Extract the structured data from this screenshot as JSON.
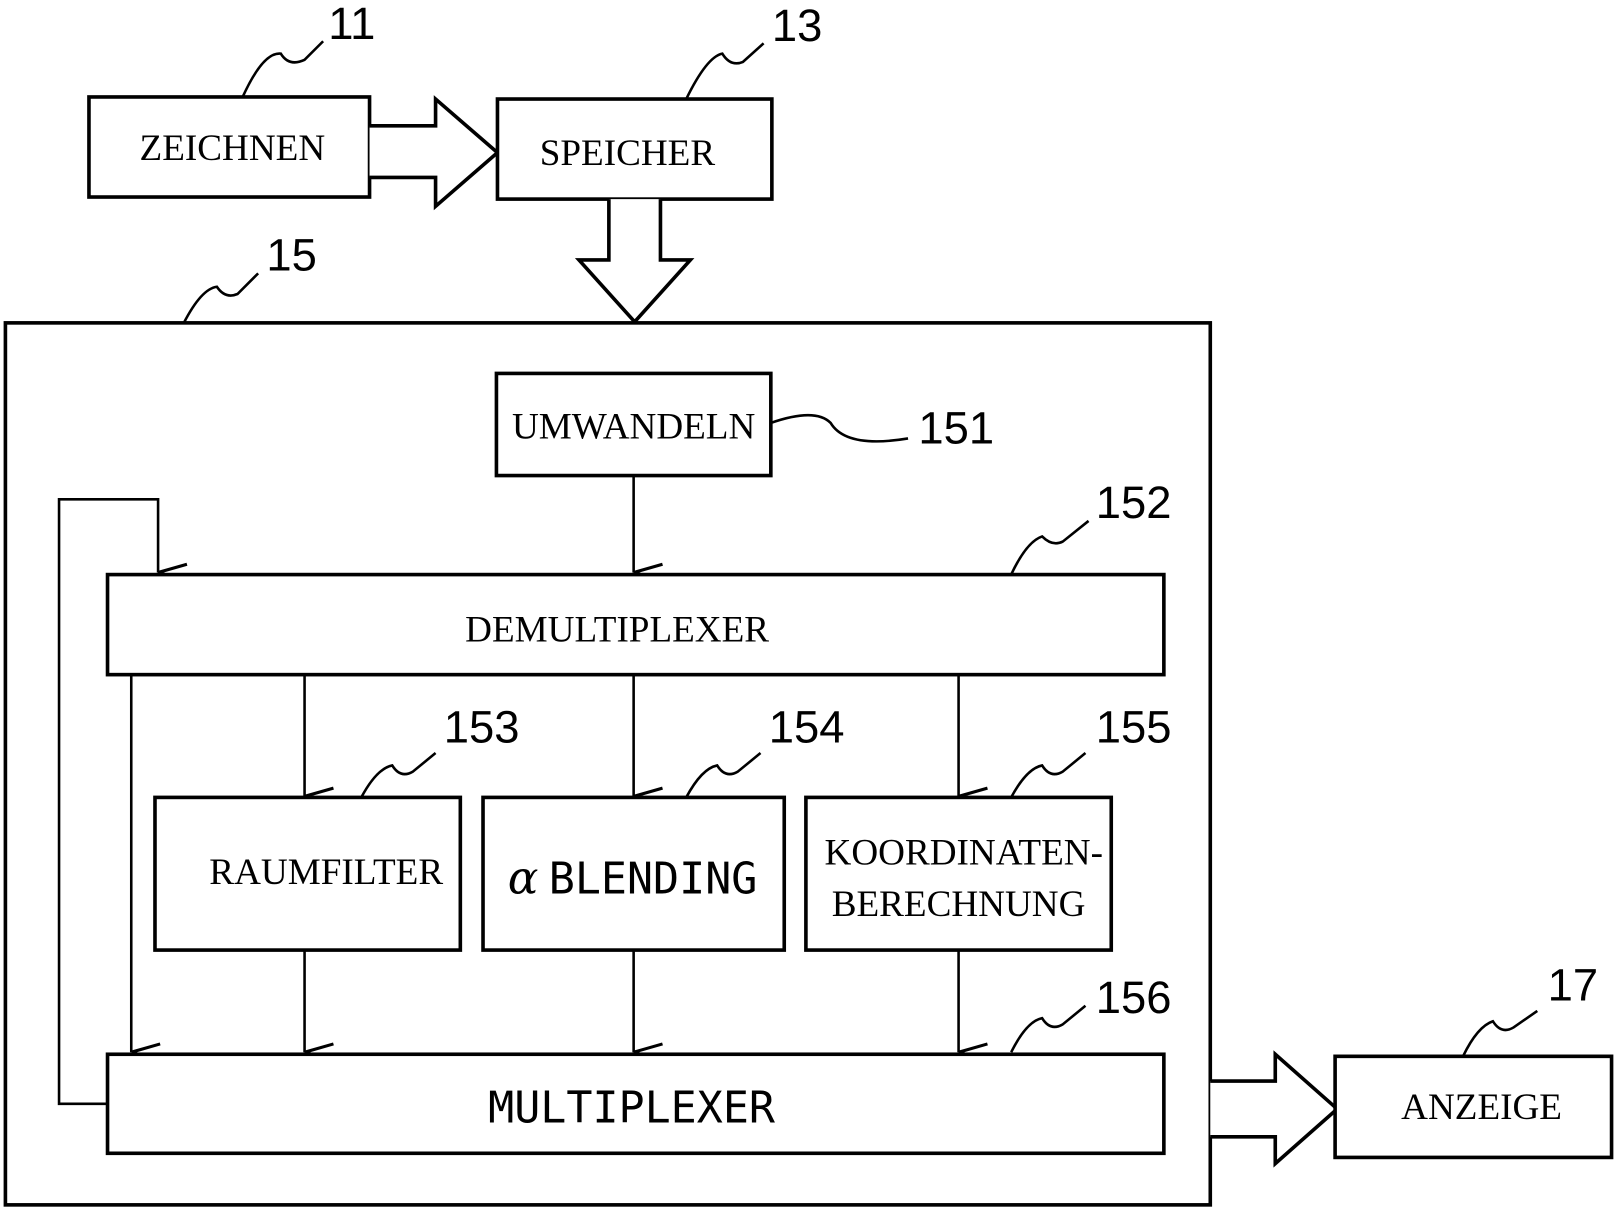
{
  "diagram": {
    "type": "block-diagram",
    "blocks": {
      "zeichnen": {
        "label": "ZEICHNEN",
        "ref": "11"
      },
      "speicher": {
        "label": "SPEICHER",
        "ref": "13"
      },
      "processor": {
        "ref": "15"
      },
      "umwandeln": {
        "label": "UMWANDELN",
        "ref": "151"
      },
      "demultiplexer": {
        "label": "DEMULTIPLEXER",
        "ref": "152"
      },
      "raumfilter": {
        "label": "RAUMFILTER",
        "ref": "153"
      },
      "blending": {
        "alpha": "α",
        "label": "BLENDING",
        "ref": "154"
      },
      "koordinaten": {
        "line1": "KOORDINATEN-",
        "line2": "BERECHNUNG",
        "ref": "155"
      },
      "multiplexer": {
        "label": "MULTIPLEXER",
        "ref": "156"
      },
      "anzeige": {
        "label": "ANZEIGE",
        "ref": "17"
      }
    },
    "connections": [
      {
        "from": "ZEICHNEN",
        "to": "SPEICHER",
        "style": "hollow-arrow"
      },
      {
        "from": "SPEICHER",
        "to": "15",
        "style": "hollow-arrow"
      },
      {
        "from": "UMWANDELN",
        "to": "DEMULTIPLEXER",
        "style": "line-arrow"
      },
      {
        "from": "DEMULTIPLEXER",
        "to": "RAUMFILTER",
        "style": "line-arrow"
      },
      {
        "from": "DEMULTIPLEXER",
        "to": "BLENDING",
        "style": "line-arrow"
      },
      {
        "from": "DEMULTIPLEXER",
        "to": "KOORDINATEN-BERECHNUNG",
        "style": "line-arrow"
      },
      {
        "from": "DEMULTIPLEXER",
        "to": "MULTIPLEXER",
        "style": "line-arrow"
      },
      {
        "from": "RAUMFILTER",
        "to": "MULTIPLEXER",
        "style": "line-arrow"
      },
      {
        "from": "BLENDING",
        "to": "MULTIPLEXER",
        "style": "line-arrow"
      },
      {
        "from": "KOORDINATEN-BERECHNUNG",
        "to": "MULTIPLEXER",
        "style": "line-arrow"
      },
      {
        "from": "MULTIPLEXER",
        "to": "DEMULTIPLEXER",
        "style": "feedback-line-arrow"
      },
      {
        "from": "15",
        "to": "ANZEIGE",
        "style": "hollow-arrow"
      }
    ]
  }
}
